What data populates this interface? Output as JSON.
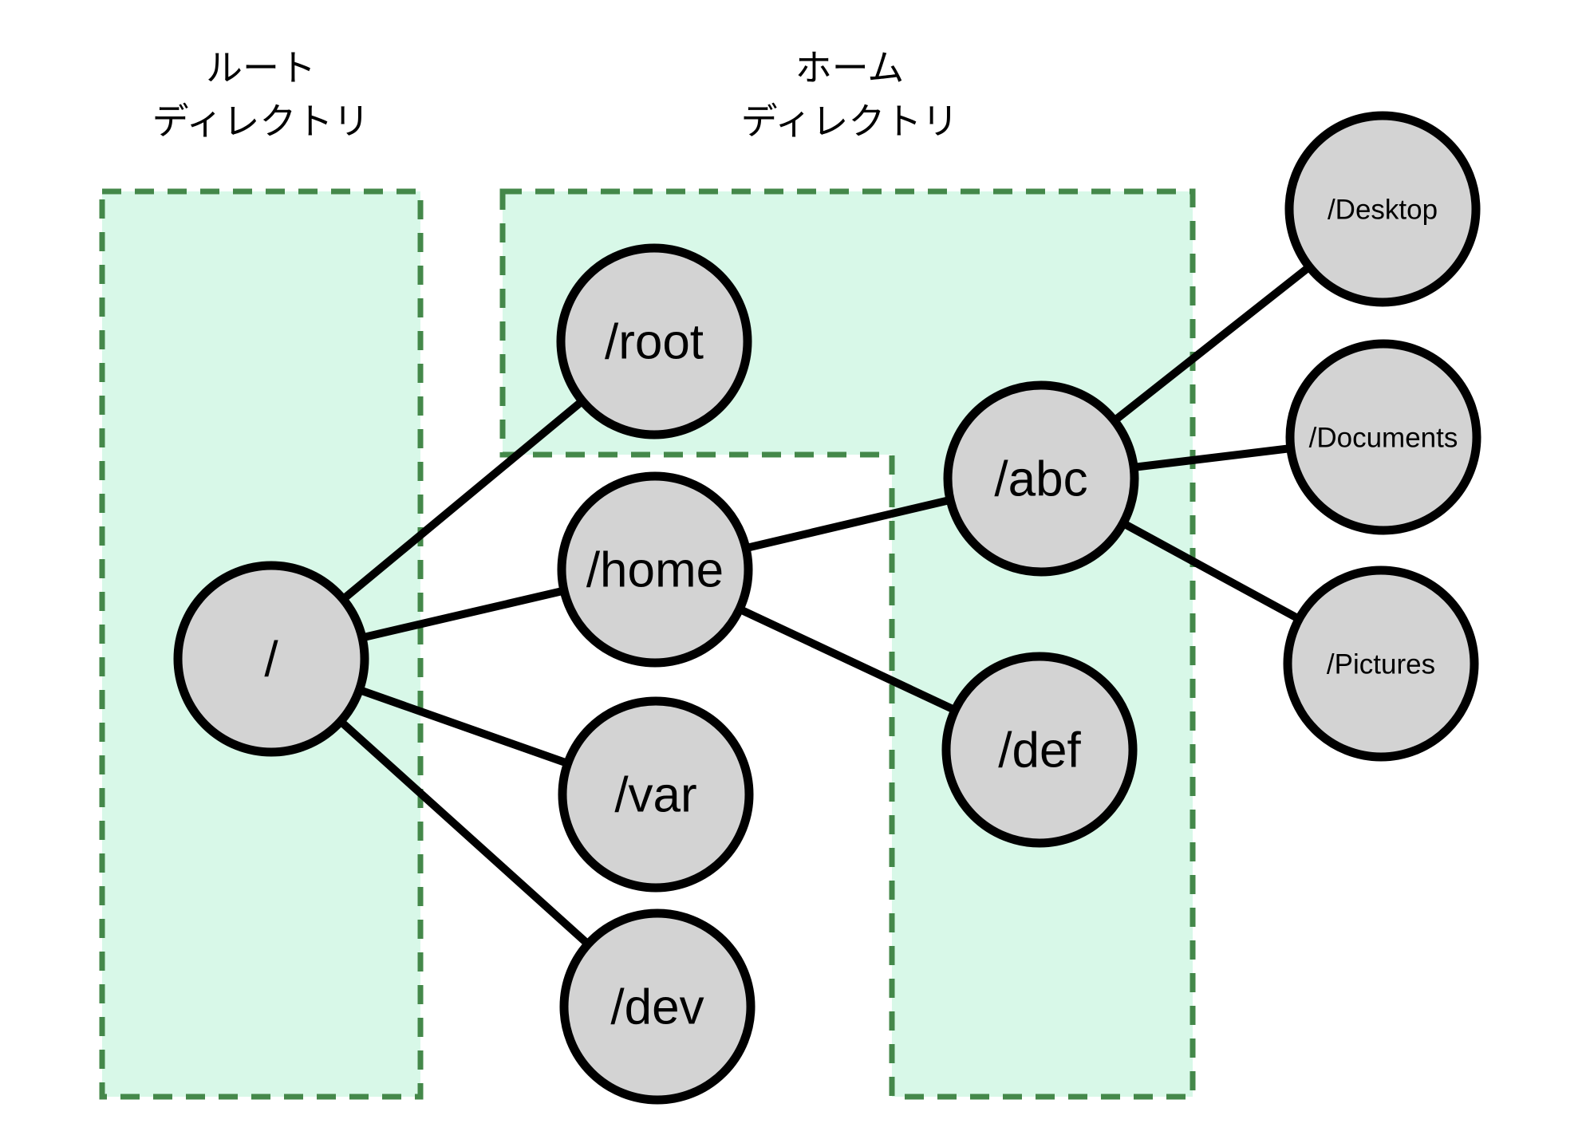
{
  "annotations": {
    "root_region": {
      "line1": "ルート",
      "line2": "ディレクトリ"
    },
    "home_region": {
      "line1": "ホーム",
      "line2": "ディレクトリ"
    }
  },
  "nodes": {
    "slash": {
      "label": "/"
    },
    "root": {
      "label": "/root"
    },
    "home": {
      "label": "/home"
    },
    "var": {
      "label": "/var"
    },
    "dev": {
      "label": "/dev"
    },
    "abc": {
      "label": "/abc"
    },
    "def": {
      "label": "/def"
    },
    "desktop": {
      "label": "/Desktop"
    },
    "documents": {
      "label": "/Documents"
    },
    "pictures": {
      "label": "/Pictures"
    }
  },
  "edges": [
    {
      "from": "/",
      "to": "/root"
    },
    {
      "from": "/",
      "to": "/home"
    },
    {
      "from": "/",
      "to": "/var"
    },
    {
      "from": "/",
      "to": "/dev"
    },
    {
      "from": "/home",
      "to": "/abc"
    },
    {
      "from": "/home",
      "to": "/def"
    },
    {
      "from": "/abc",
      "to": "/Desktop"
    },
    {
      "from": "/abc",
      "to": "/Documents"
    },
    {
      "from": "/abc",
      "to": "/Pictures"
    }
  ],
  "colors": {
    "region_fill": "#d8f8e8",
    "region_border": "#44884a",
    "node_fill": "#d3d3d3",
    "node_border": "#000000",
    "edge": "#000000",
    "text": "#000000",
    "background": "#ffffff"
  }
}
